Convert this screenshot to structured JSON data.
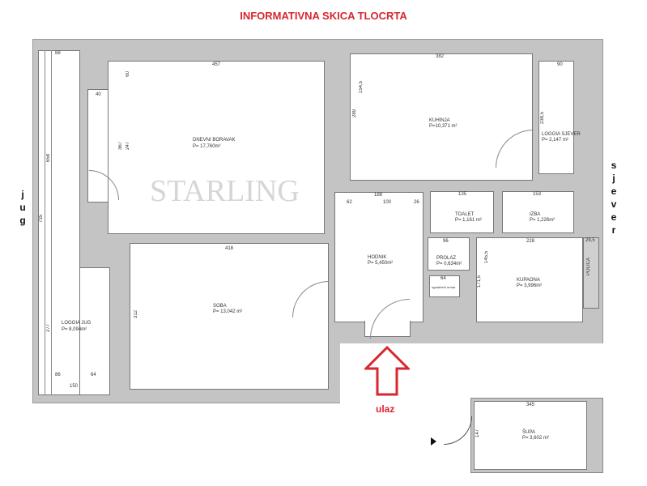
{
  "title": "INFORMATIVNA SKICA TLOCRTA",
  "watermark": "STARLING",
  "sides": {
    "south": [
      "j",
      "u",
      "g"
    ],
    "north": [
      "s",
      "j",
      "e",
      "v",
      "e",
      "r"
    ]
  },
  "entrance_label": "ulaz",
  "rooms": {
    "dnevni": {
      "name": "DNEVNI BORAVAK",
      "area": "P= 17,760m²"
    },
    "kuhinja": {
      "name": "KUHINJA",
      "area": "P=10,371 m²"
    },
    "loggia_sjever": {
      "name": "LOGGIA SJEVER",
      "area": "P= 2,147 m²"
    },
    "toalet": {
      "name": "TOALET",
      "area": "P= 1,161 m²"
    },
    "izba": {
      "name": "IZBA",
      "area": "P= 1,226m²"
    },
    "hodnik": {
      "name": "HODNIK",
      "area": "P= 5,450m²"
    },
    "prolaz": {
      "name": "PROLAZ",
      "area": "P= 0,634m²"
    },
    "kupaona": {
      "name": "KUPAONA",
      "area": "P= 3,996m²"
    },
    "soba": {
      "name": "SOBA",
      "area": "P= 13,042 m²"
    },
    "loggia_jug": {
      "name": "LOGGIA JUG",
      "area": "P= 8,094m²"
    },
    "supa": {
      "name": "ŠUPA",
      "area": "P= 3,602 m²"
    },
    "box": {
      "name": "ugradbeni ormar"
    },
    "polica": {
      "name": "POLICA"
    }
  },
  "dims": {
    "d88": "88",
    "d457": "457",
    "d382": "382",
    "d90": "90",
    "d418": "418",
    "d188": "188",
    "d135": "135",
    "d153": "153",
    "d228": "228",
    "d96": "96",
    "d64": "64",
    "d150": "150",
    "d86": "86",
    "d64b": "64",
    "d658": "658",
    "d735": "735",
    "d277": "277",
    "d367": "367",
    "d247": "247",
    "d60": "60",
    "d40": "40",
    "d289": "289",
    "d154": "154,5",
    "d238": "238,5",
    "d312": "312",
    "d345": "345",
    "d147": "147",
    "d171": "171,5",
    "d145": "145,5",
    "d100": "100",
    "d62": "62",
    "d26": "26",
    "d29": "29,5"
  }
}
